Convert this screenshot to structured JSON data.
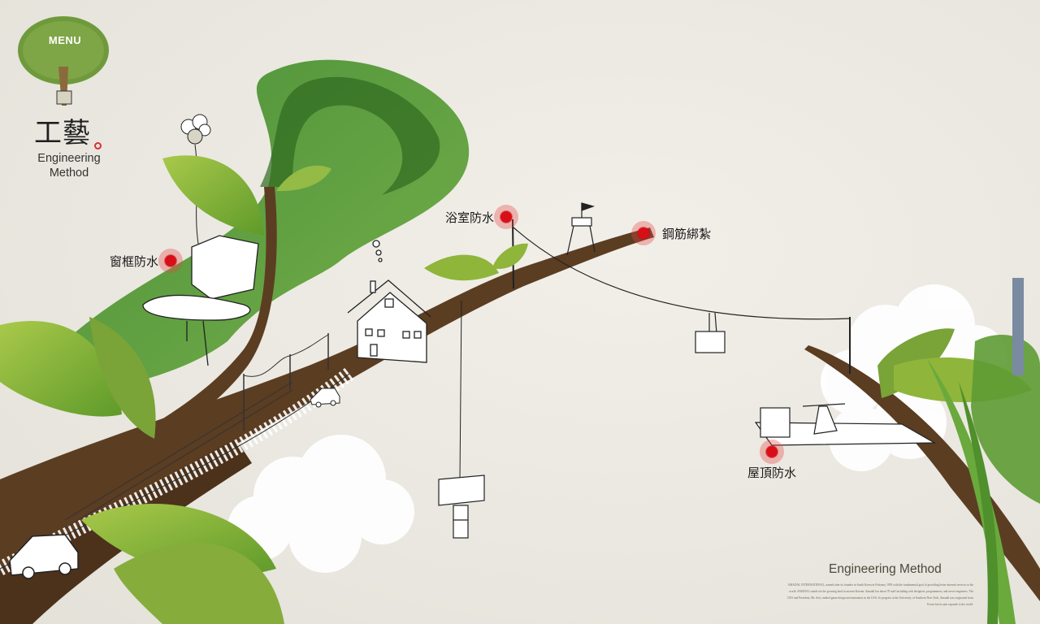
{
  "menu": {
    "label": "MENU"
  },
  "brand": {
    "title_cn": "工藝",
    "subtitle_line1": "Engineering",
    "subtitle_line2": "Method"
  },
  "hotspots": [
    {
      "label": "窗框防水",
      "icon": "red-dot-icon"
    },
    {
      "label": "浴室防水",
      "icon": "red-dot-icon"
    },
    {
      "label": "鋼筋綁紮",
      "icon": "red-dot-icon"
    },
    {
      "label": "屋頂防水",
      "icon": "red-dot-icon"
    }
  ],
  "footer": {
    "title": "Engineering Method",
    "description": "AMADAL INTERNATIONAL, named after its founder in South Korea in February 1993 with the fundamental goal of providing better internal services to the world. AMADAL stands for the growing land in ancient Korean. Amadal has about 70 staff including web designers, programmers, and server engineers. The CEO and President, Mr. Seh, studied game design and animation in the USA. In progress at the University of Southern New York, Amadal was originated from Korea but its aim expands to the world."
  },
  "colors": {
    "background": "#ebe9e1",
    "branch": "#5b3d22",
    "leaf_light": "#8fb53a",
    "leaf_dark": "#3f7a22",
    "accent_red": "#d90f17"
  }
}
